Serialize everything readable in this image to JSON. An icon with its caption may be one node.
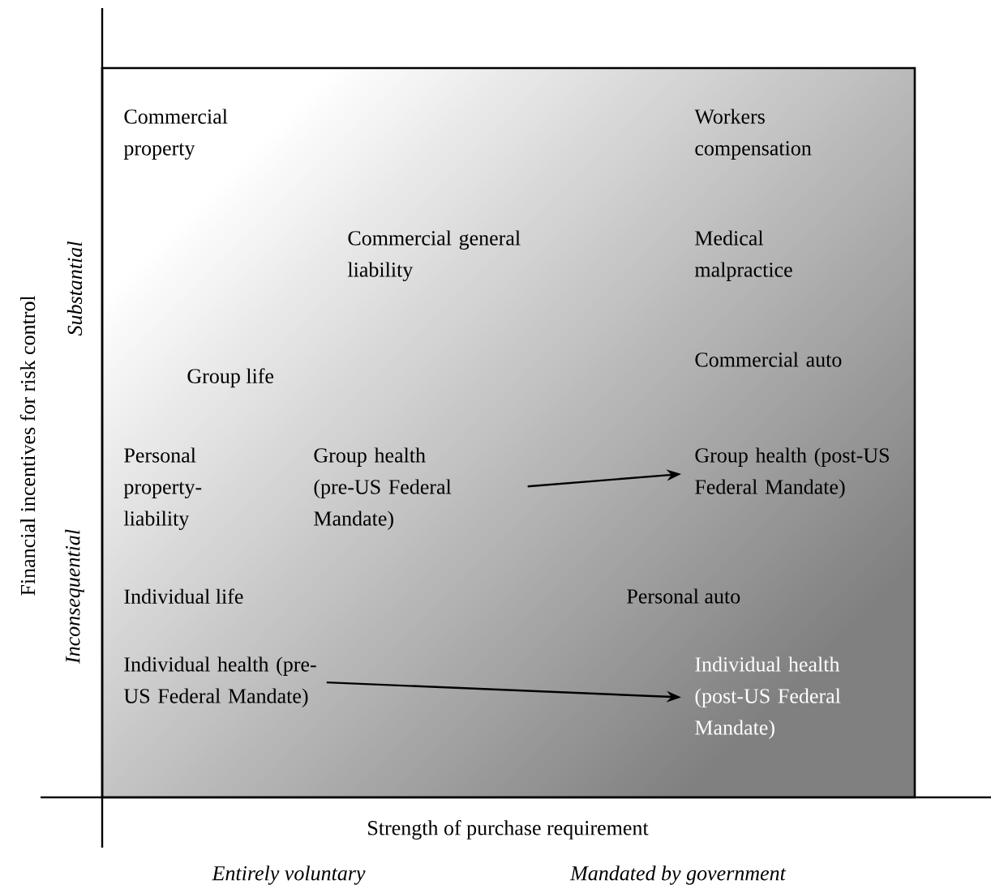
{
  "diagram": {
    "nodes": [
      {
        "text": [
          "Group health (pre-US Federal Mandate)"
        ]
      },
      {
        "text": [
          "Group health (post-US Federal Mandate)"
        ]
      },
      {
        "text": [
          "Individual health (pre-US Federal Mandate)"
        ]
      },
      {
        "text": [
          "Individual health (post-US Federal Mandate)"
        ]
      }
    ],
    "edges": [
      {
        "from": 0,
        "to": 1,
        "arrow": "to"
      },
      {
        "from": 2,
        "to": 3,
        "arrow": "to"
      }
    ],
    "labels": [
      "Commercial property",
      "Workers compensation",
      "Commercial general liability",
      "Medical malpractice",
      "Group life",
      "Commercial auto",
      "Personal property-liability",
      "Individual life",
      "Personal auto",
      "Strength of purchase requirement",
      "Financial incentives for risk control",
      "Substantial",
      "Inconsequential",
      "Entirely voluntary",
      "Mandated by government"
    ]
  }
}
